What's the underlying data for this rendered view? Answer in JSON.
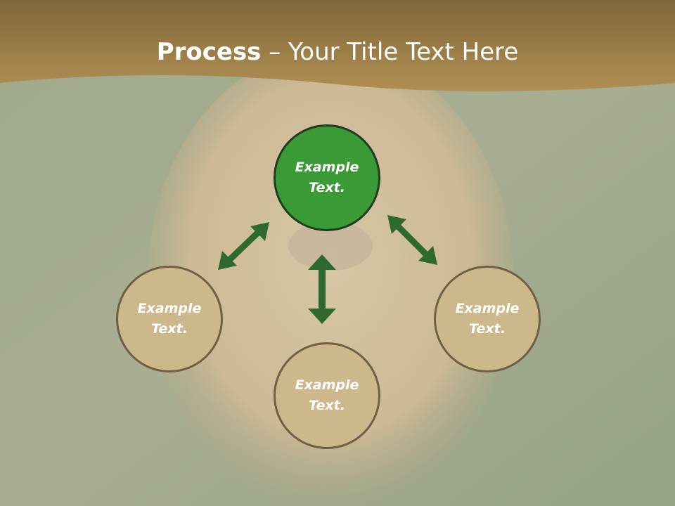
{
  "title": {
    "bold": "Process",
    "rest": " – Your Title Text Here"
  },
  "colors": {
    "banner": "#9e7f45",
    "center_node": "#3a9a35",
    "outer_node": "#cdb88b",
    "arrow": "#2e6a30"
  },
  "nodes": {
    "top": {
      "text": "Example Text."
    },
    "left": {
      "text": "Example Text."
    },
    "bottom": {
      "text": "Example Text."
    },
    "right": {
      "text": "Example Text."
    }
  }
}
